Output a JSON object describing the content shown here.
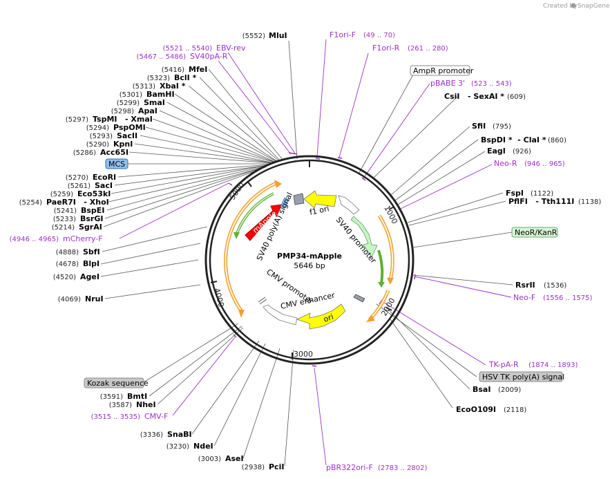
{
  "plasmid": {
    "name": "PMP34-mApple",
    "length_label": "5646 bp",
    "length": 5646
  },
  "watermark": {
    "text": "Created by",
    "brand": "SnapGene"
  },
  "ticks": [
    {
      "pos": 1000,
      "label": "1000"
    },
    {
      "pos": 2000,
      "label": "2000"
    },
    {
      "pos": 3000,
      "label": "3000"
    },
    {
      "pos": 4000,
      "label": "4000"
    },
    {
      "pos": 5000,
      "label": "5000"
    }
  ],
  "enzymes_left": [
    {
      "pos": "(5552)",
      "name": "MluI"
    },
    {
      "pos": "(5416)",
      "name": "MfeI"
    },
    {
      "pos": "(5323)",
      "name": "BclI *"
    },
    {
      "pos": "(5313)",
      "name": "XbaI *"
    },
    {
      "pos": "(5301)",
      "name": "BamHI"
    },
    {
      "pos": "(5299)",
      "name": "SmaI"
    },
    {
      "pos": "(5298)",
      "name": "ApaI"
    },
    {
      "pos": "(5297)",
      "name": "TspMI   - XmaI"
    },
    {
      "pos": "(5294)",
      "name": "PspOMI"
    },
    {
      "pos": "(5293)",
      "name": "SacII"
    },
    {
      "pos": "(5290)",
      "name": "KpnI"
    },
    {
      "pos": "(5286)",
      "name": "Acc65I"
    },
    {
      "pos": "(5270)",
      "name": "EcoRI"
    },
    {
      "pos": "(5261)",
      "name": "SacI"
    },
    {
      "pos": "(5259)",
      "name": "Eco53kI"
    },
    {
      "pos": "(5254)",
      "name": "PaeR7I   - XhoI"
    },
    {
      "pos": "(5241)",
      "name": "BspEI"
    },
    {
      "pos": "(5233)",
      "name": "BsrGI"
    },
    {
      "pos": "(5214)",
      "name": "SgrAI"
    },
    {
      "pos": "(4888)",
      "name": "SbfI"
    },
    {
      "pos": "(4678)",
      "name": "BlpI"
    },
    {
      "pos": "(4520)",
      "name": "AgeI"
    },
    {
      "pos": "(4069)",
      "name": "NruI"
    },
    {
      "pos": "(3591)",
      "name": "BmtI"
    },
    {
      "pos": "(3587)",
      "name": "NheI"
    },
    {
      "pos": "(3336)",
      "name": "SnaBI"
    },
    {
      "pos": "(3230)",
      "name": "NdeI"
    },
    {
      "pos": "(3003)",
      "name": "AseI"
    },
    {
      "pos": "(2938)",
      "name": "PciI"
    }
  ],
  "enzymes_right": [
    {
      "name": "CsiI   - SexAI *",
      "pos": "(609)"
    },
    {
      "name": "SfiI",
      "pos": "(795)"
    },
    {
      "name": "BspDI *  - ClaI *",
      "pos": "(860)"
    },
    {
      "name": "EagI",
      "pos": "(926)"
    },
    {
      "name": "FspI",
      "pos": "(1122)"
    },
    {
      "name": "PflFI   - Tth111I",
      "pos": "(1138)"
    },
    {
      "name": "RsrII",
      "pos": "(1536)"
    },
    {
      "name": "BsaI",
      "pos": "(2009)"
    },
    {
      "name": "EcoO109I",
      "pos": "(2118)"
    }
  ],
  "primers": [
    {
      "range": "(5521 .. 5540)",
      "name": "EBV-rev"
    },
    {
      "range": "(5467 .. 5486)",
      "name": "SV40pA-R"
    },
    {
      "name": "F1ori-F",
      "range": "(49 .. 70)"
    },
    {
      "name": "F1ori-R",
      "range": "(261 .. 280)"
    },
    {
      "name": "pBABE 3'",
      "range": "(523 .. 543)"
    },
    {
      "name": "Neo-R",
      "range": "(946 .. 965)"
    },
    {
      "range": "(4946 .. 4965)",
      "name": "mCherry-F"
    },
    {
      "name": "Neo-F",
      "range": "(1556 .. 1575)"
    },
    {
      "name": "TK-pA-R",
      "range": "(1874 .. 1893)"
    },
    {
      "range": "(3515 .. 3535)",
      "name": "CMV-F"
    },
    {
      "name": "pBR322ori-F",
      "range": "(2783 .. 2802)"
    }
  ],
  "boxed_features": [
    {
      "name": "AmpR promoter",
      "color": "#ffffff"
    },
    {
      "name": "NeoR/KanR",
      "color": "#d6f5d6"
    },
    {
      "name": "HSV TK poly(A) signal",
      "color": "#c8c8c8"
    },
    {
      "name": "Kozak sequence",
      "color": "#c8c8c8"
    },
    {
      "name": "MCS",
      "color": "#8ebfef"
    }
  ],
  "inner_features": [
    {
      "name": "mApple",
      "color": "#ff0000"
    },
    {
      "name": "SV40 poly(A) signal",
      "color": "#8ebfef"
    },
    {
      "name": "f1 ori",
      "color": "#ffff00"
    },
    {
      "name": "SV40 promoter",
      "color": "#ffffff"
    },
    {
      "name": "CMV promoter",
      "color": "#ffffff"
    },
    {
      "name": "CMV enhancer",
      "color": "#ffffff"
    },
    {
      "name": "ori",
      "color": "#ffff00"
    }
  ],
  "colors": {
    "primer": "#9b30c8",
    "backbone": "#222222",
    "orf_outline": "#f0a030",
    "orf_inner": "#5cb030",
    "neo_fill": "#c8f5c8"
  }
}
